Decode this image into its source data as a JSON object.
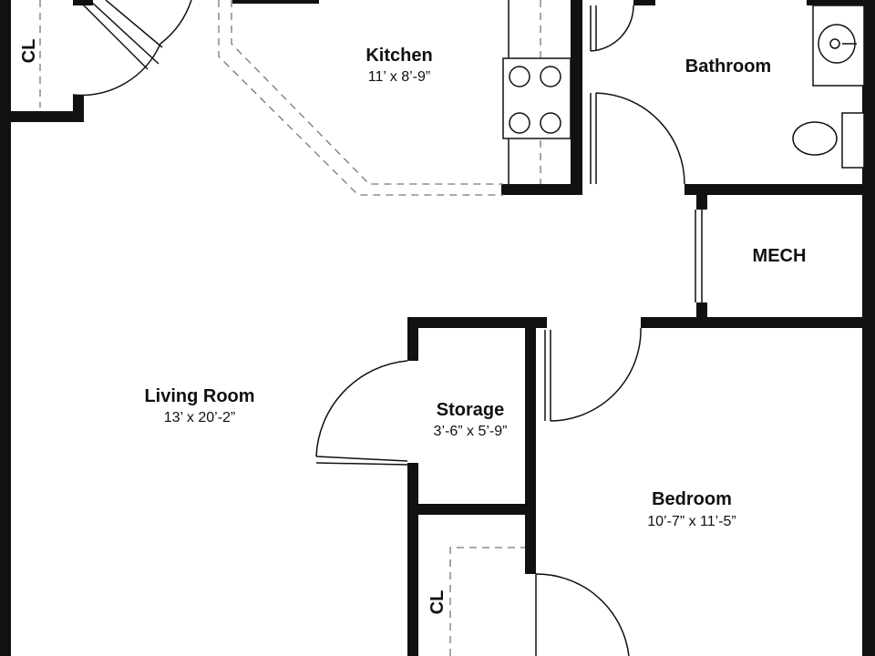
{
  "rooms": {
    "kitchen": {
      "name": "Kitchen",
      "dims": "11’ x 8’-9”"
    },
    "bathroom": {
      "name": "Bathroom"
    },
    "mech": {
      "name": "MECH"
    },
    "living_room": {
      "name": "Living Room",
      "dims": "13’ x 20’-2”"
    },
    "storage": {
      "name": "Storage",
      "dims": "3’-6” x 5’-9”"
    },
    "bedroom": {
      "name": "Bedroom",
      "dims": "10’-7” x 11’-5”"
    }
  },
  "closets": {
    "top_left": "CL",
    "bottom": "CL"
  },
  "fixtures": [
    "stove-icon",
    "sink-icon",
    "toilet-icon"
  ]
}
